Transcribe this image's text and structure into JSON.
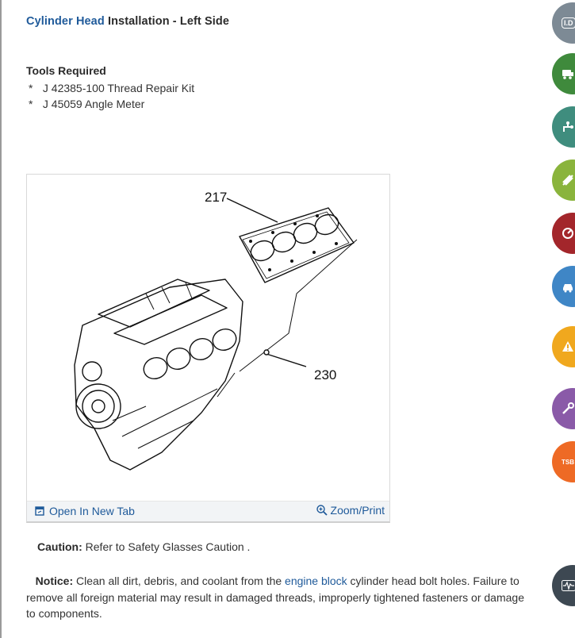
{
  "title": {
    "blue": "Cylinder Head",
    "rest": " Installation - Left Side"
  },
  "tools": {
    "heading": "Tools Required",
    "items": [
      {
        "bullet": "*",
        "text": "J 42385-100 Thread Repair Kit"
      },
      {
        "bullet": "*",
        "text": "J 45059 Angle Meter"
      }
    ]
  },
  "figure": {
    "callouts": [
      "217",
      "230"
    ],
    "open_tab_label": "Open In New Tab",
    "zoom_label": "Zoom/Print"
  },
  "caution": {
    "label": "Caution:",
    "text": " Refer to Safety Glasses Caution ."
  },
  "notice": {
    "label": "Notice:",
    "text_before": " Clean all dirt, debris, and coolant from the ",
    "link": "engine block",
    "text_after": " cylinder head bolt holes. Failure to remove all foreign material may result in damaged threads, improperly tightened fasteners or damage to components."
  },
  "side_buttons": [
    {
      "name": "id-icon",
      "color": "#7d8a95",
      "text": "I.D"
    },
    {
      "name": "vehicle-icon",
      "color": "#3f8a3c",
      "text": ""
    },
    {
      "name": "wiring-icon",
      "color": "#3f8d7e",
      "text": ""
    },
    {
      "name": "parts-icon",
      "color": "#8ab43c",
      "text": ""
    },
    {
      "name": "diagnostics-icon",
      "color": "#a3262b",
      "text": ""
    },
    {
      "name": "car-service-icon",
      "color": "#3f86c6",
      "text": ""
    },
    {
      "name": "warning-icon",
      "color": "#f0a81e",
      "text": ""
    },
    {
      "name": "tools-icon",
      "color": "#8a5aa8",
      "text": ""
    },
    {
      "name": "tsb-icon",
      "color": "#ee6a25",
      "text": "TSB"
    },
    {
      "name": "waveform-icon",
      "color": "#3d4852",
      "text": ""
    }
  ]
}
